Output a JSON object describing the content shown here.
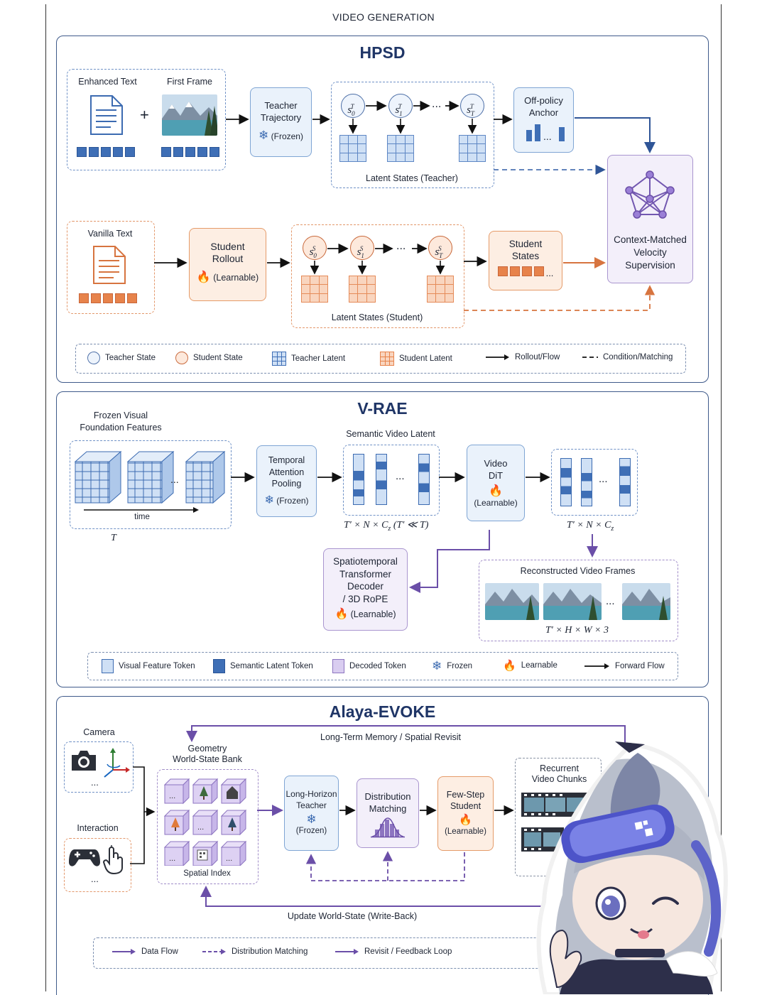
{
  "page_title": "VIDEO GENERATION",
  "hpsd": {
    "title": "HPSD",
    "enhanced_text": "Enhanced Text",
    "first_frame": "First Frame",
    "plus": "+",
    "teacher_traj_1": "Teacher",
    "teacher_traj_2": "Trajectory",
    "frozen": "(Frozen)",
    "latent_teacher": "Latent States (Teacher)",
    "off_policy_1": "Off-policy",
    "off_policy_2": "Anchor",
    "ellipsis": "...",
    "ctx_1": "Context-Matched",
    "ctx_2": "Velocity",
    "ctx_3": "Supervision",
    "vanilla_text": "Vanilla Text",
    "student_rollout_1": "Student",
    "student_rollout_2": "Rollout",
    "learnable": "(Learnable)",
    "latent_student": "Latent States (Student)",
    "student_states_1": "Student",
    "student_states_2": "States",
    "teacher_states": [
      "s",
      "s",
      "s"
    ],
    "teacher_sub": [
      "0",
      "1",
      "T"
    ],
    "teacher_sup": "T",
    "student_sup": "S",
    "legend": {
      "teacher_state": "Teacher State",
      "student_state": "Student State",
      "teacher_latent": "Teacher Latent",
      "student_latent": "Student Latent",
      "rollout": "Rollout/Flow",
      "condition": "Condition/Matching"
    }
  },
  "vrae": {
    "title": "V-RAE",
    "frozen_visual_1": "Frozen Visual",
    "frozen_visual_2": "Foundation Features",
    "time": "time",
    "T_label": "T",
    "pooling_1": "Temporal",
    "pooling_2": "Attention",
    "pooling_3": "Pooling",
    "frozen": "(Frozen)",
    "semantic_latent": "Semantic Video Latent",
    "dims_1": "T′ × N × C_z (T′ ≪ T)",
    "dit_1": "Video",
    "dit_2": "DiT",
    "learnable": "(Learnable)",
    "dims_2": "T′ × N × C_z",
    "decoder_1": "Spatiotemporal",
    "decoder_2": "Transformer",
    "decoder_3": "Decoder",
    "decoder_4": "/ 3D RoPE",
    "reconstructed": "Reconstructed Video Frames",
    "dims_3": "T′ × H × W × 3",
    "ellipsis": "...",
    "legend": {
      "visual_token": "Visual Feature Token",
      "semantic_token": "Semantic Latent Token",
      "decoded_token": "Decoded Token",
      "frozen": "Frozen",
      "learnable": "Learnable",
      "forward": "Forward Flow"
    }
  },
  "evoke": {
    "title": "Alaya-EVOKE",
    "camera": "Camera",
    "interaction": "Interaction",
    "geometry_1": "Geometry",
    "geometry_2": "World-State Bank",
    "spatial_index": "Spatial Index",
    "long_term": "Long-Term Memory / Spatial Revisit",
    "lh_teacher_1": "Long-Horizon",
    "lh_teacher_2": "Teacher",
    "frozen": "(Frozen)",
    "dist_1": "Distribution",
    "dist_2": "Matching",
    "fs_1": "Few-Step",
    "fs_2": "Student",
    "learnable": "(Learnable)",
    "recurrent_1": "Recurrent",
    "recurrent_2": "Video Chunks",
    "update": "Update World-State (Write-Back)",
    "ellipsis": "...",
    "legend": {
      "data_flow": "Data Flow",
      "dist_matching": "Distribution Matching",
      "revisit": "Revisit / Feedback Loop"
    }
  },
  "colors": {
    "teacher_blue": "#3f6fb6",
    "student_orange": "#e7834b",
    "purple": "#6b4fa8",
    "title_navy": "#1f3566"
  },
  "icons": [
    "document-icon",
    "landscape-icon",
    "snowflake-icon",
    "flame-icon",
    "network-icon",
    "camera-icon",
    "axes-icon",
    "gamepad-icon",
    "pointer-icon",
    "histogram-icon",
    "film-icon",
    "mascot-sticker"
  ]
}
